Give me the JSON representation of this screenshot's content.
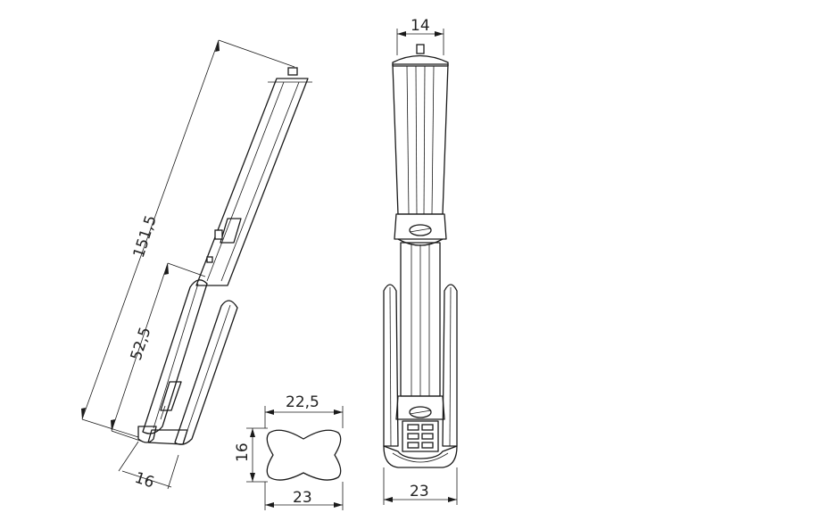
{
  "dimensions": {
    "side_total_length": "151,5",
    "side_leg_length": "52,5",
    "side_base_width": "16",
    "profile_width_top": "22,5",
    "profile_height": "16",
    "profile_width_bottom": "23",
    "front_top_width": "14",
    "front_bottom_width": "23"
  },
  "colors": {
    "line": "#1a1a1a",
    "background": "#ffffff"
  }
}
